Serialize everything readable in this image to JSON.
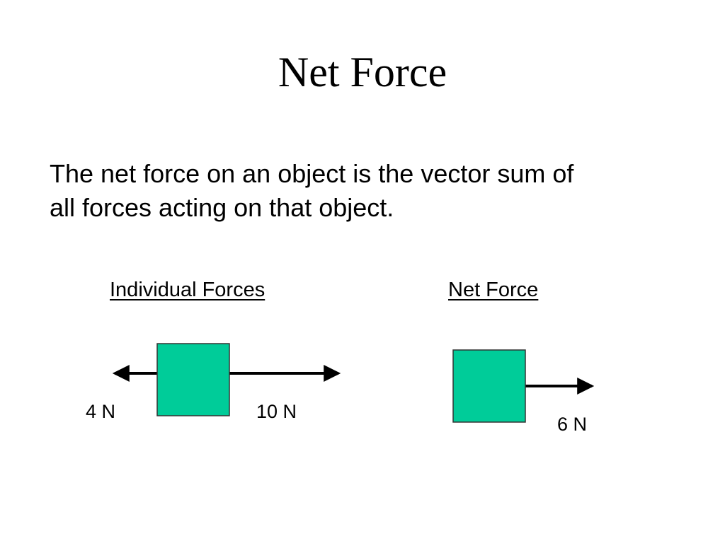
{
  "slide": {
    "title": "Net Force",
    "body_lines": [
      "The net force on an object is the vector sum of",
      "all forces acting on that object."
    ]
  },
  "diagram": {
    "box_color": "#00CC99",
    "box_border_color": "#333333",
    "arrow_color": "#000000",
    "individual": {
      "heading": "Individual Forces",
      "forces": [
        {
          "label": "4 N",
          "magnitude": 4,
          "direction": "left"
        },
        {
          "label": "10 N",
          "magnitude": 10,
          "direction": "right"
        }
      ]
    },
    "net": {
      "heading": "Net Force",
      "force": {
        "label": "6 N",
        "magnitude": 6,
        "direction": "right"
      }
    }
  }
}
